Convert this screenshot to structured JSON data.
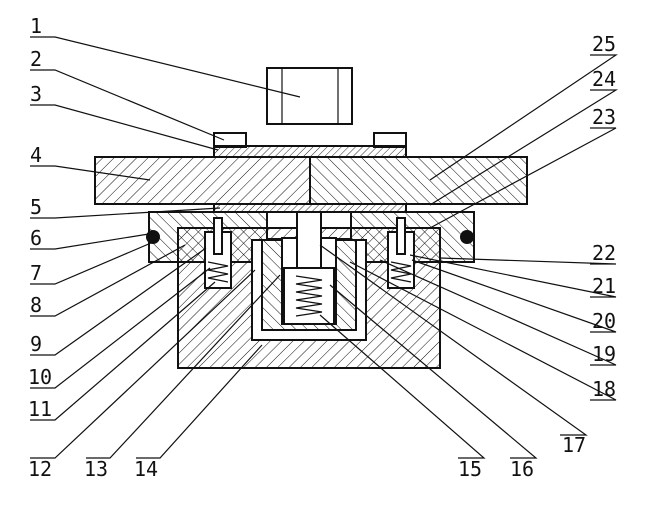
{
  "drawing": {
    "labels_left": [
      "1",
      "2",
      "3",
      "4",
      "5",
      "6",
      "7",
      "8",
      "9",
      "10",
      "11",
      "12",
      "13",
      "14"
    ],
    "labels_right": [
      "25",
      "24",
      "23",
      "22",
      "21",
      "20",
      "19",
      "18",
      "17",
      "16",
      "15"
    ],
    "ink_color": "#111111",
    "paper_color": "#ffffff"
  }
}
